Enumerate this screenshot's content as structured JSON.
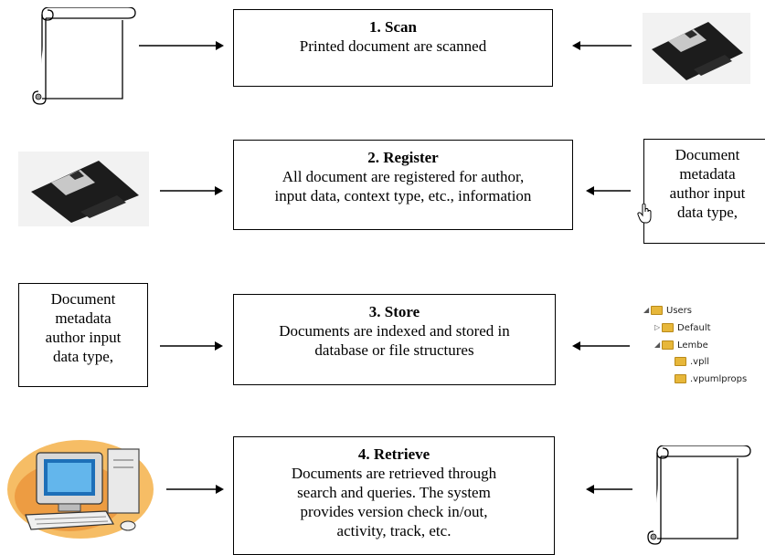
{
  "steps": [
    {
      "title": "1.   Scan",
      "lines": [
        "Printed document are scanned"
      ]
    },
    {
      "title": "2.   Register",
      "lines": [
        "All document are registered for author,",
        "input data, context type, etc., information"
      ]
    },
    {
      "title": "3.   Store",
      "lines": [
        "Documents are indexed and stored in",
        "database or file structures"
      ]
    },
    {
      "title": "4.   Retrieve",
      "lines": [
        "Documents are retrieved through",
        "search and queries. The system",
        "provides version check in/out,",
        "activity, track, etc."
      ]
    }
  ],
  "metadata_box": {
    "lines": [
      "Document",
      "metadata",
      "author input",
      "data type,"
    ]
  },
  "folder_tree": {
    "items": [
      "Users",
      "Default",
      "Lembe",
      ".vpll",
      ".vpumlprops"
    ]
  },
  "icons": {
    "scroll": "scroll-document-icon",
    "floppy": "floppy-disk-icon",
    "computer": "desktop-computer-icon",
    "cursor": "hand-cursor-icon"
  }
}
